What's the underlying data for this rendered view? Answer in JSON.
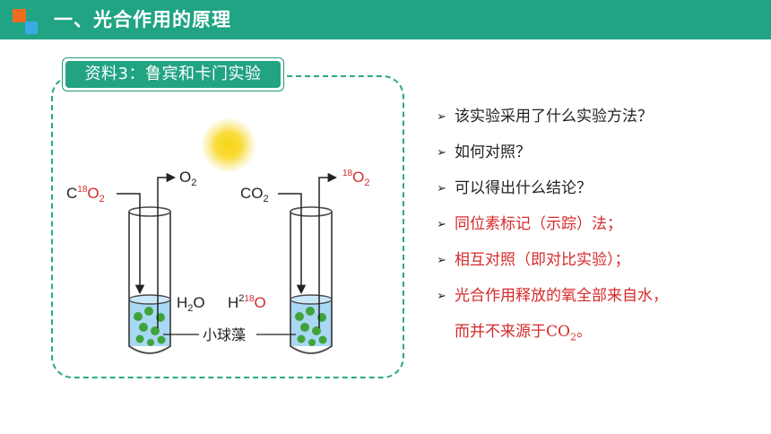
{
  "header": {
    "title": "一、光合作用的原理",
    "bg_color": "#20a483"
  },
  "material": {
    "label": "资料3：鲁宾和卡门实验"
  },
  "diagram": {
    "left": {
      "input_gas": {
        "prefix": "C",
        "isotope": "18",
        "rest": "O",
        "sub": "2"
      },
      "output_gas": {
        "main": "O",
        "sub": "2"
      },
      "water": {
        "main": "H",
        "sub": "2",
        "rest": "O"
      }
    },
    "right": {
      "input_gas": {
        "main": "CO",
        "sub": "2"
      },
      "output_gas": {
        "isotope": "18",
        "main": "O",
        "sub": "2"
      },
      "water": {
        "main": "H",
        "sub": "2",
        "isotope": "18",
        "rest": "O"
      }
    },
    "algae_label": "小球藻"
  },
  "questions": [
    {
      "text": "该实验采用了什么实验方法？",
      "style": "normal"
    },
    {
      "text": "如何对照？",
      "style": "normal"
    },
    {
      "text": "可以得出什么结论？",
      "style": "normal"
    },
    {
      "text": "同位素标记（示踪）法；",
      "style": "answer"
    },
    {
      "text": "相互对照（即对比实验）；",
      "style": "answer"
    },
    {
      "text": "光合作用释放的氧全部来自水，",
      "style": "answer"
    }
  ],
  "conclusion_cont": {
    "text": "而并不来源于",
    "formula_main": "CO",
    "formula_sub": "2",
    "end": "。"
  },
  "colors": {
    "accent": "#20a483",
    "answer": "#d62a2a",
    "sun": "#f7d417",
    "water": "#a8d8f3",
    "algae": "#3fa33a"
  }
}
